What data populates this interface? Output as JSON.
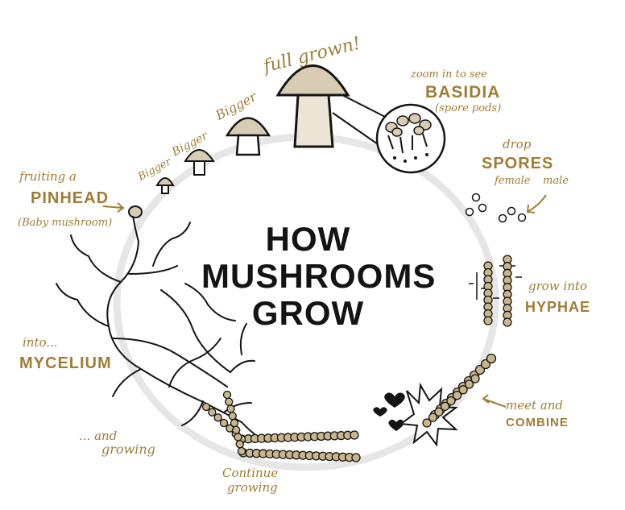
{
  "title": {
    "line1": "HOW",
    "line2": "MUSHROOMS",
    "line3": "GROW"
  },
  "stages": {
    "fruiting_prefix": "fruiting a",
    "pinhead": "PINHEAD",
    "baby_mushroom": "(Baby mushroom)",
    "bigger_1": "Bigger",
    "bigger_2": "Bigger",
    "bigger_3": "Bigger",
    "full_grown": "full grown!",
    "zoom_prefix": "zoom in to see",
    "basidia": "BASIDIA",
    "spore_pods": "(spore pods)",
    "drop": "drop",
    "spores": "SPORES",
    "female": "female",
    "male": "male",
    "grow_into": "grow into",
    "hyphae": "HYPHAE",
    "meet_and": "meet and",
    "combine": "COMBINE",
    "continue": "Continue",
    "growing": "growing",
    "and_growing_1": "... and",
    "and_growing_2": "growing",
    "into": "into...",
    "mycelium": "MYCELIUM"
  },
  "colors": {
    "accent": "#a07d35",
    "ink": "#141414",
    "cap": "#d8cdb4",
    "ring": "#e6e6e6",
    "bead": "#c9b68c"
  }
}
